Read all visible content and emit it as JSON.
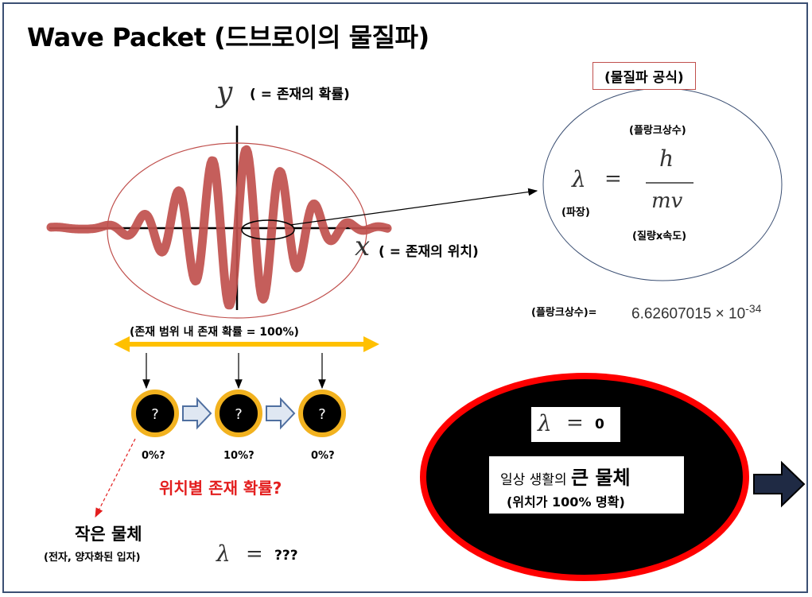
{
  "title": "Wave Packet (드브로이의 물질파)",
  "axis": {
    "y_symbol": "y",
    "y_desc": "( = 존재의 확률)",
    "x_symbol": "x",
    "x_desc": "( = 존재의 위치)"
  },
  "range_label": "(존재 범위 내 존재 확률 = 100%)",
  "particles": [
    {
      "symbol": "?",
      "prob": "0%?"
    },
    {
      "symbol": "?",
      "prob": "10%?"
    },
    {
      "symbol": "?",
      "prob": "0%?"
    }
  ],
  "position_prob_question": "위치별 존재 확률?",
  "small_object": {
    "title": "작은 물체",
    "subtitle": "(전자, 양자화된 입자)",
    "lambda": "λ",
    "equals": "=",
    "value": "???"
  },
  "formula": {
    "title": "(물질파 공식)",
    "lambda": "λ",
    "equals": "=",
    "numerator": "h",
    "denominator": "mv",
    "numerator_label": "(플랑크상수)",
    "lambda_label": "(파장)",
    "denominator_label": "(질량x속도)"
  },
  "planck": {
    "label": "(플랑크상수)=",
    "value": "6.62607015 × 10",
    "exponent": "-34"
  },
  "big_object": {
    "lambda": "λ",
    "equals": "=",
    "value": "0",
    "line1_prefix": "일상 생활의 ",
    "line1_emph": "큰 물체",
    "line2": "(위치가 100% 명확)"
  },
  "colors": {
    "wave": "#c0504d",
    "ellipse": "#c0504d",
    "arrow_gold": "#ffc000",
    "particle_ring": "#f2b21f",
    "block_arrow": "#4f6fa0",
    "big_ellipse_border": "#ff0000",
    "red_text": "#e31e1e"
  },
  "icons": [
    "block-arrow-right-icon",
    "double-arrow-icon",
    "particle-icon"
  ]
}
